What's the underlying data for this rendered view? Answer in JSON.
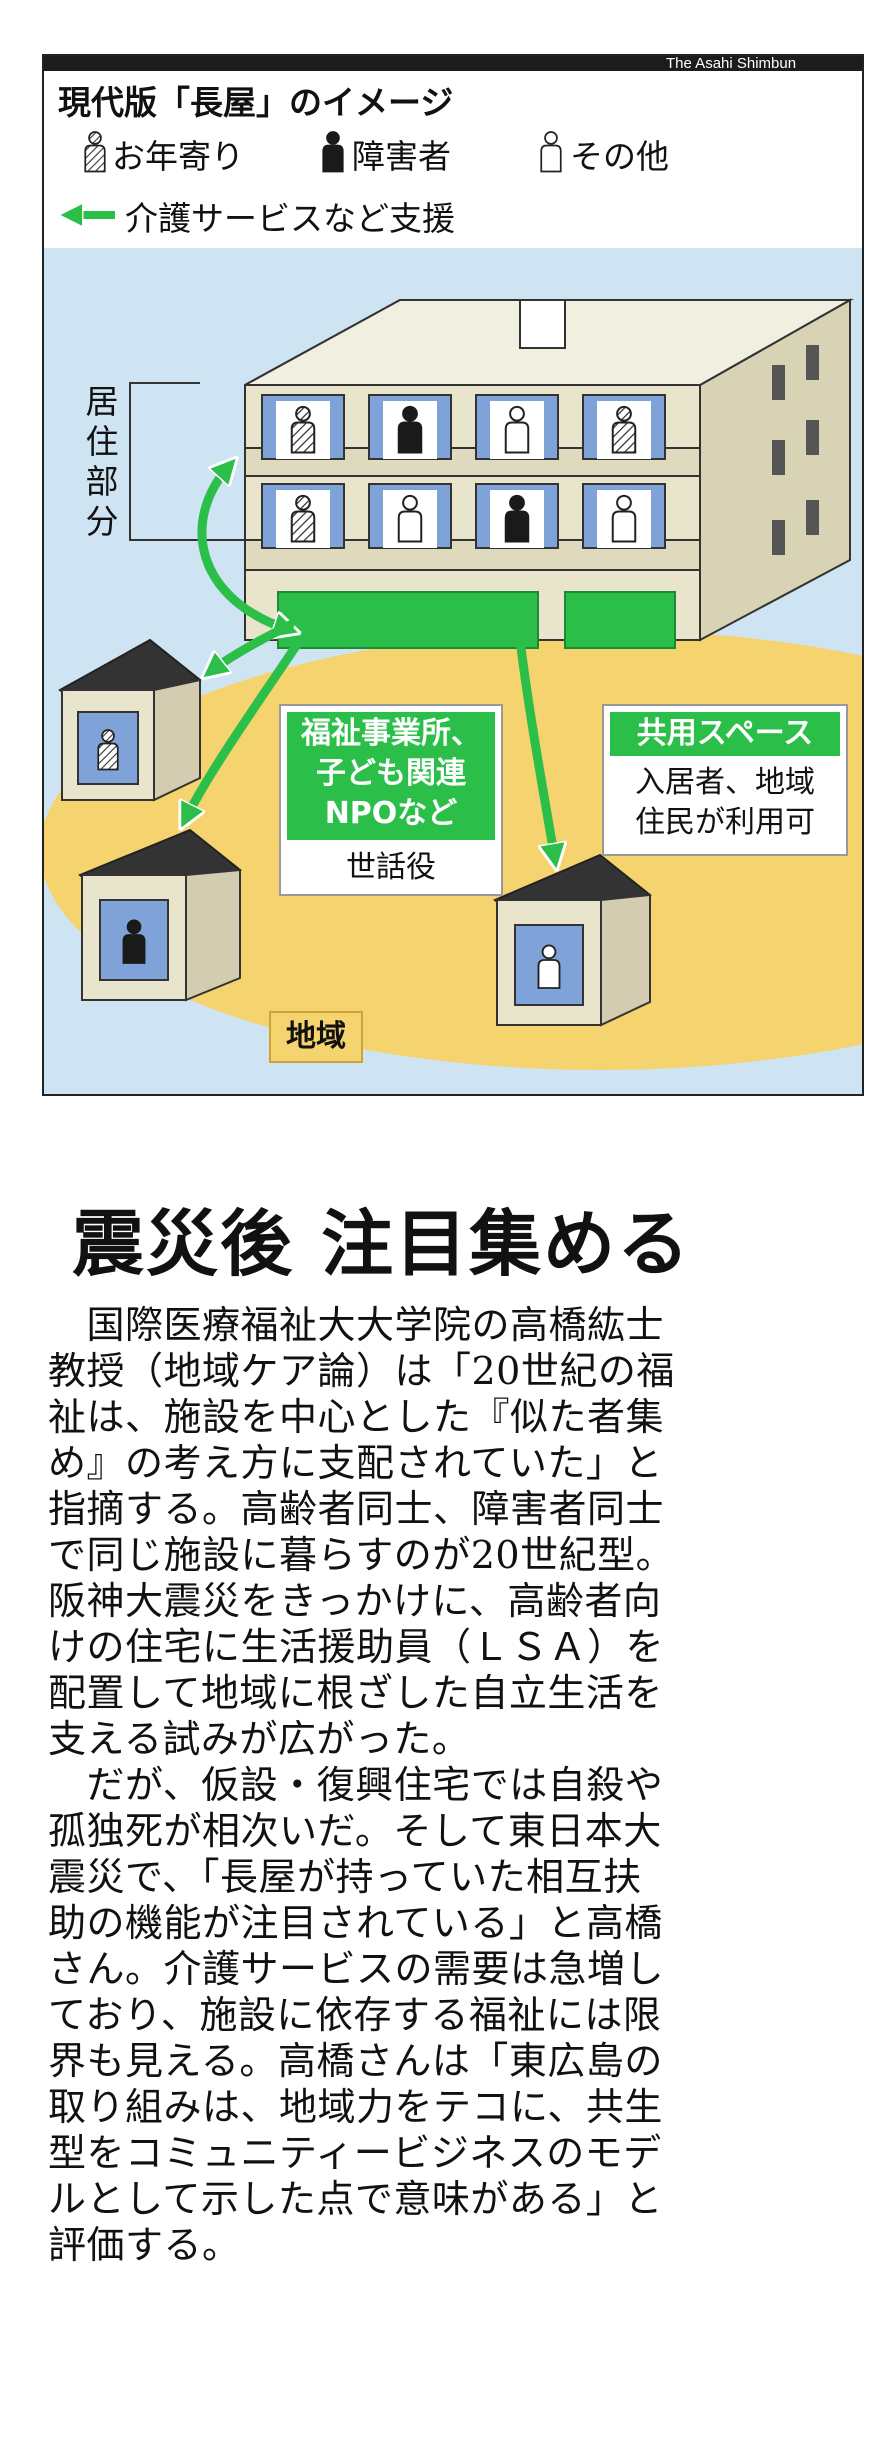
{
  "figure": {
    "credit": "The Asahi Shimbun",
    "title": "現代版「長屋」のイメージ",
    "legend": [
      {
        "key": "elderly",
        "label": "お年寄り"
      },
      {
        "key": "disabled",
        "label": "障害者"
      },
      {
        "key": "other",
        "label": "その他"
      }
    ],
    "legend_arrow_label": "介護サービスなど支援",
    "residence_label": "居住部分",
    "welfare_box": {
      "lines": [
        "福祉事業所、",
        "子ども関連",
        "NPOなど"
      ],
      "role": "世話役"
    },
    "shared_box": {
      "title": "共用スペース",
      "lines": [
        "入居者、地域",
        "住民が利用可"
      ]
    },
    "area_label": "地域",
    "colors": {
      "green": "#2bbf4a",
      "yellow": "#f5d36e",
      "sky": "#cfe4f3",
      "wall": "#e9e4cc",
      "window_blue": "#7fa3d8",
      "dark": "#2b2b2b"
    },
    "upper_floor_residents": [
      "elderly",
      "disabled",
      "other",
      "elderly"
    ],
    "lower_floor_residents": [
      "elderly",
      "other",
      "disabled",
      "other"
    ],
    "house_residents": [
      "elderly",
      "disabled",
      "other"
    ]
  },
  "article": {
    "headline": "震災後 注目集める",
    "lines": [
      "　国際医療福祉大大学院の高橋紘士",
      "教授（地域ケア論）は「20世紀の福",
      "祉は、施設を中心とした『似た者集",
      "め』の考え方に支配されていた」と",
      "指摘する。高齢者同士、障害者同士",
      "で同じ施設に暮らすのが20世紀型。",
      "阪神大震災をきっかけに、高齢者向",
      "けの住宅に生活援助員（ＬＳＡ）を",
      "配置して地域に根ざした自立生活を",
      "支える試みが広がった。",
      "　だが、仮設・復興住宅では自殺や",
      "孤独死が相次いだ。そして東日本大",
      "震災で、「長屋が持っていた相互扶",
      "助の機能が注目されている」と高橋",
      "さん。介護サービスの需要は急増し",
      "ており、施設に依存する福祉には限",
      "界も見える。高橋さんは「東広島の",
      "取り組みは、地域力をテコに、共生",
      "型をコミュニティービジネスのモデ",
      "ルとして示した点で意味がある」と",
      "評価する。"
    ]
  }
}
